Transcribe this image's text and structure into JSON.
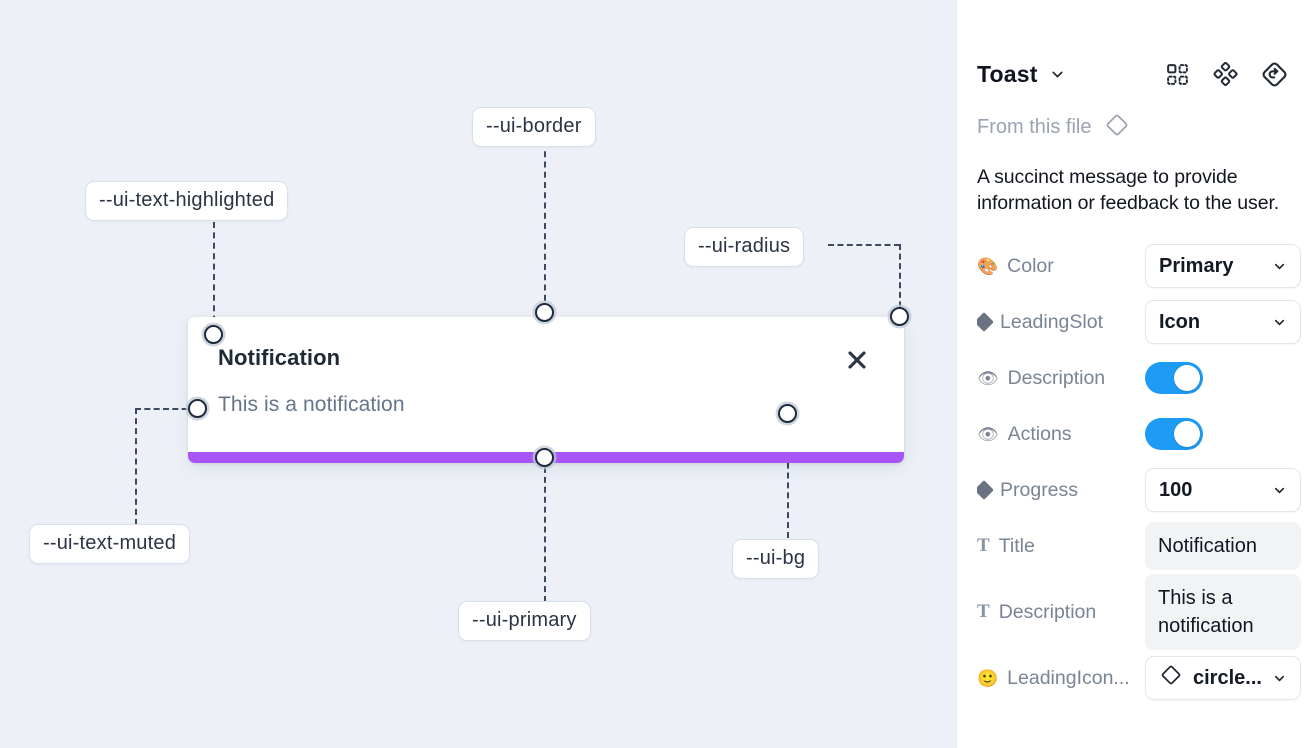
{
  "canvas": {
    "background_color": "#edf1f7",
    "toast": {
      "title": "Notification",
      "description": "This is a notification",
      "close_icon": "close-icon",
      "progress_color": "#a855f7",
      "background_color": "#ffffff"
    },
    "callouts": [
      {
        "label": "--ui-text-highlighted"
      },
      {
        "label": "--ui-border"
      },
      {
        "label": "--ui-radius"
      },
      {
        "label": "--ui-text-muted"
      },
      {
        "label": "--ui-primary"
      },
      {
        "label": "--ui-bg"
      }
    ]
  },
  "panel": {
    "title": "Toast",
    "title_caret_icon": "chevron-down-icon",
    "head_icons": [
      {
        "name": "component-grid-icon"
      },
      {
        "name": "four-diamonds-icon"
      },
      {
        "name": "reset-variant-icon"
      }
    ],
    "from_file_label": "From this file",
    "from_file_icon": "diamond-icon",
    "description": "A succinct message to provide information or feedback to the user.",
    "properties": [
      {
        "icon": "palette-emoji",
        "icon_glyph": "🎨",
        "label": "Color",
        "control": "select",
        "value": "Primary"
      },
      {
        "icon": "diamond-solid-icon",
        "label": "LeadingSlot",
        "control": "select",
        "value": "Icon"
      },
      {
        "icon": "eye-emoji",
        "icon_glyph": "👁",
        "label": "Description",
        "control": "toggle",
        "value": "on"
      },
      {
        "icon": "eye-emoji",
        "icon_glyph": "👁",
        "label": "Actions",
        "control": "toggle",
        "value": "on"
      },
      {
        "icon": "diamond-solid-icon",
        "label": "Progress",
        "control": "select",
        "value": "100"
      },
      {
        "icon": "text-type-icon",
        "icon_glyph": "T",
        "label": "Title",
        "control": "text",
        "value": "Notification"
      },
      {
        "icon": "text-type-icon",
        "icon_glyph": "T",
        "label": "Description",
        "control": "text",
        "value": "This is a notification"
      },
      {
        "icon": "smiley-emoji",
        "icon_glyph": "🙂",
        "label": "LeadingIcon...",
        "control": "select-icon",
        "value": "circle..."
      }
    ],
    "toggle_color": "#1e9bf5"
  }
}
